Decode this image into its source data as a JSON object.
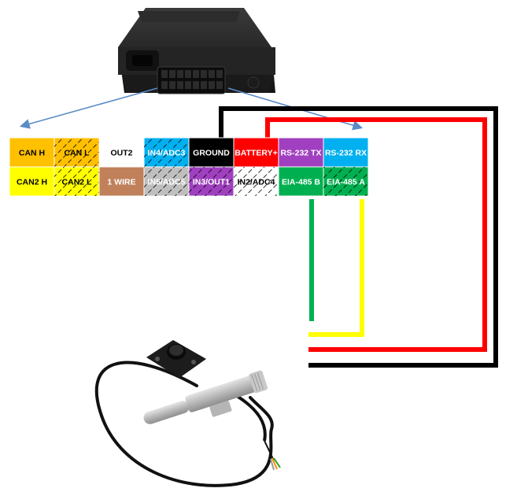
{
  "connector": {
    "row1": [
      {
        "label": "CAN H",
        "color": "#FFC000",
        "text_color": "#000000",
        "hatched": false
      },
      {
        "label": "CAN L",
        "color": "#FFC000",
        "text_color": "#000000",
        "hatched": true
      },
      {
        "label": "OUT2",
        "color": "#FFFFFF",
        "text_color": "#000000",
        "hatched": false
      },
      {
        "label": "IN4/ADC3",
        "color": "#00B0F0",
        "text_color": "#FFFFFF",
        "hatched": true
      },
      {
        "label": "GROUND",
        "color": "#000000",
        "text_color": "#FFFFFF",
        "hatched": false
      },
      {
        "label": "BATTERY+",
        "color": "#FF0000",
        "text_color": "#FFFFFF",
        "hatched": false
      },
      {
        "label": "RS-232 TX",
        "color": "#A040C0",
        "text_color": "#FFFFFF",
        "hatched": false
      },
      {
        "label": "RS-232 RX",
        "color": "#00B0F0",
        "text_color": "#FFFFFF",
        "hatched": false
      }
    ],
    "row2": [
      {
        "label": "CAN2 H",
        "color": "#FFFF00",
        "text_color": "#000000",
        "hatched": false
      },
      {
        "label": "CAN2 L",
        "color": "#FFFF00",
        "text_color": "#000000",
        "hatched": true
      },
      {
        "label": "1 WIRE",
        "color": "#C0805A",
        "text_color": "#FFFFFF",
        "hatched": false
      },
      {
        "label": "IN5/ADC5",
        "color": "#BFBFBF",
        "text_color": "#FFFFFF",
        "hatched": true
      },
      {
        "label": "IN3/OUT1",
        "color": "#A040C0",
        "text_color": "#FFFFFF",
        "hatched": true
      },
      {
        "label": "IN2/ADC4",
        "color": "#FFFFFF",
        "text_color": "#000000",
        "hatched": true
      },
      {
        "label": "EIA-485 B",
        "color": "#00B050",
        "text_color": "#FFFFFF",
        "hatched": false
      },
      {
        "label": "EIA-485 A",
        "color": "#00B050",
        "text_color": "#FFFFFF",
        "hatched": true
      }
    ]
  },
  "wires": {
    "ground": "#000000",
    "battery": "#FF0000",
    "rs485_b": "#00B050",
    "rs485_a": "#FFFF00",
    "pointer": "#5B8BC8"
  },
  "device": {
    "body_color": "#1E1E1E",
    "icon": "tracker-device-icon"
  },
  "sensor": {
    "icon": "humidity-temperature-sensor-icon"
  }
}
